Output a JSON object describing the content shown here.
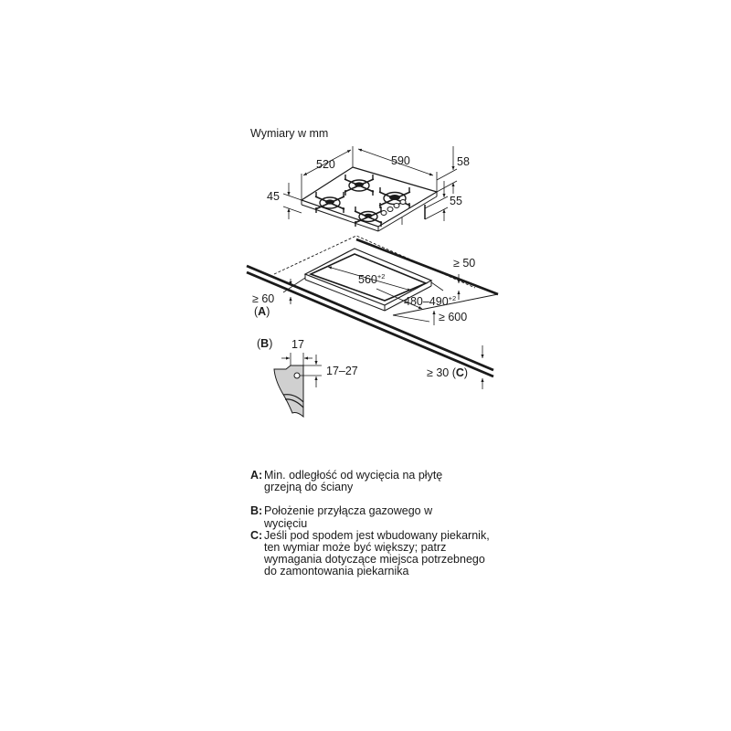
{
  "title": "Wymiary w mm",
  "dimensions": {
    "width": "520",
    "length": "590",
    "top_height": "58",
    "front_height": "45",
    "unit_height": "55",
    "cutout_width": "560",
    "cutout_width_tol": "+2",
    "cutout_depth": "480–490",
    "cutout_depth_tol": "+2",
    "min_side": "≥ 50",
    "min_front": "≥ 60",
    "min_depth": "≥ 600",
    "min_bottom": "≥ 30",
    "gas_offset": "17",
    "gas_height": "17–27"
  },
  "labels": {
    "A": "A",
    "B": "B",
    "C": "C"
  },
  "legend": [
    {
      "key": "A:",
      "text": "Min. odległość od wycięcia na płytę grzejną do ściany"
    },
    {
      "key": "B:",
      "text": "Położenie przyłącza gazowego w wycięciu"
    },
    {
      "key": "C:",
      "text": "Jeśli pod spodem jest wbudowany piekarnik, ten wymiar może być większy; patrz wymagania dotyczące miejsca potrzebnego do zamontowania piekarnika"
    }
  ]
}
